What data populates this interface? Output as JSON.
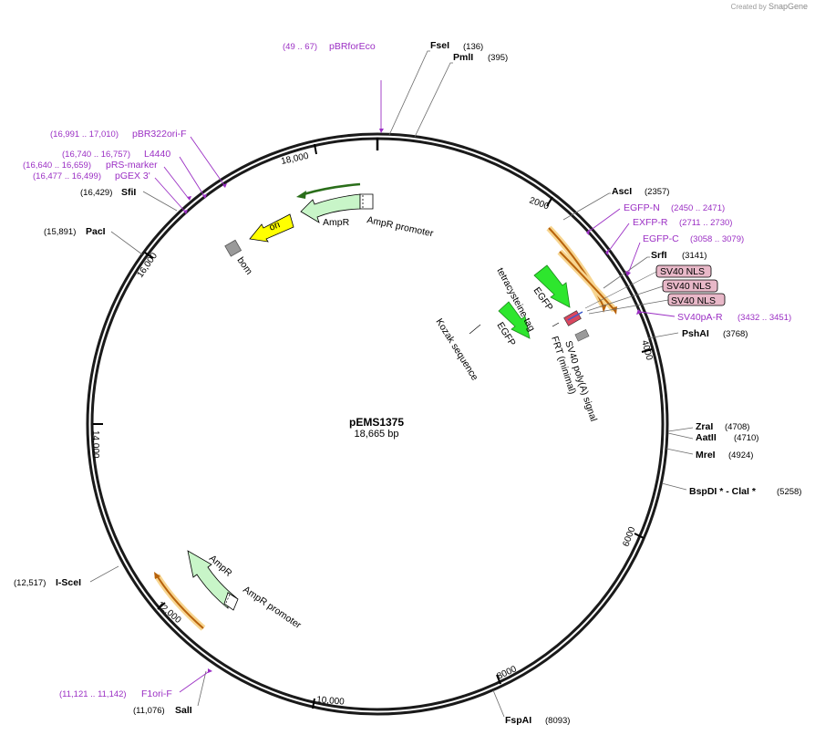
{
  "watermark": {
    "prefix": "Created by",
    "brand": "SnapGene"
  },
  "plasmid": {
    "name": "pEMS1375",
    "length_label": "18,665 bp",
    "length": 18665
  },
  "colors": {
    "backbone": "#1a1a1a",
    "primer": "#9b2fc4",
    "ampr": "#c8f5c8",
    "egfp": "#2ee62e",
    "ori": "#ffff00",
    "orf_arrow": "#f0a020",
    "nls": "#e8b8c8"
  },
  "sites": [
    {
      "name": "FseI",
      "pos": "(136)"
    },
    {
      "name": "PmlI",
      "pos": "(395)"
    },
    {
      "name": "AscI",
      "pos": "(2357)"
    },
    {
      "name": "SrfI",
      "pos": "(3141)"
    },
    {
      "name": "PshAI",
      "pos": "(3768)"
    },
    {
      "name": "ZraI",
      "pos": "(4708)"
    },
    {
      "name": "AatII",
      "pos": "(4710)"
    },
    {
      "name": "MreI",
      "pos": "(4924)"
    },
    {
      "name": "BspDI * - ClaI *",
      "pos": "(5258)"
    },
    {
      "name": "FspAI",
      "pos": "(8093)"
    },
    {
      "name": "SalI",
      "pos": "(11,076)"
    },
    {
      "name": "I-SceI",
      "pos": "(12,517)"
    },
    {
      "name": "PacI",
      "pos": "(15,891)"
    },
    {
      "name": "SfiI",
      "pos": "(16,429)"
    }
  ],
  "primers": [
    {
      "name": "pBRforEco",
      "pos": "(49 .. 67)"
    },
    {
      "name": "EGFP-N",
      "pos": "(2450 .. 2471)"
    },
    {
      "name": "EXFP-R",
      "pos": "(2711 .. 2730)"
    },
    {
      "name": "EGFP-C",
      "pos": "(3058 .. 3079)"
    },
    {
      "name": "SV40pA-R",
      "pos": "(3432 .. 3451)"
    },
    {
      "name": "F1ori-F",
      "pos": "(11,121 .. 11,142)"
    },
    {
      "name": "pBR322ori-F",
      "pos": "(16,991 .. 17,010)"
    },
    {
      "name": "L4440",
      "pos": "(16,740 .. 16,757)"
    },
    {
      "name": "pRS-marker",
      "pos": "(16,640 .. 16,659)"
    },
    {
      "name": "pGEX 3'",
      "pos": "(16,477 .. 16,499)"
    }
  ],
  "features": {
    "ampr_top": "AmpR",
    "ampr_promoter_top": "AmpR promoter",
    "ori": "ori",
    "bom": "bom",
    "ampr_bottom": "AmpR",
    "ampr_promoter_bottom": "AmpR promoter",
    "egfp_1": "EGFP",
    "egfp_2": "EGFP",
    "tetracysteine": "tetracysteine tag",
    "kozak": "Kozak sequence",
    "sv40_polya": "SV40 poly(A) signal",
    "frt": "FRT (minimal)",
    "nls_1": "SV40 NLS",
    "nls_2": "SV40 NLS",
    "nls_3": "SV40 NLS"
  },
  "ticks": [
    "2000",
    "4000",
    "6000",
    "8000",
    "10,000",
    "12,000",
    "14,000",
    "16,000",
    "18,000"
  ]
}
